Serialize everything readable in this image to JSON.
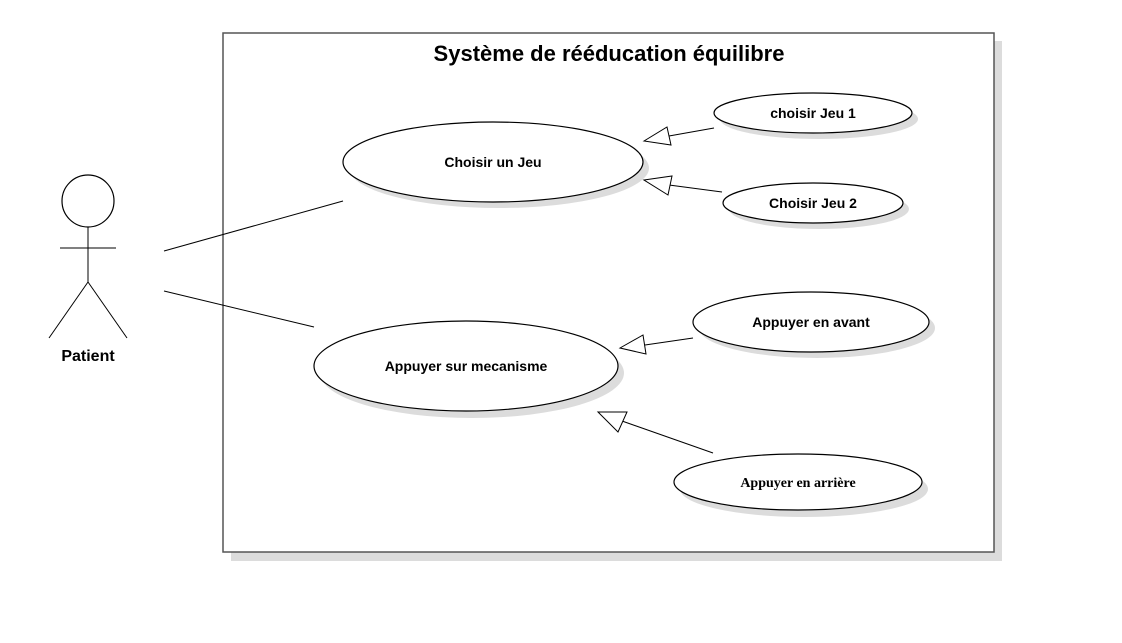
{
  "system": {
    "title": "Système de rééducation équilibre"
  },
  "actor": {
    "name": "Patient"
  },
  "use_cases": {
    "choisir_jeu": "Choisir un Jeu",
    "jeu1": "choisir Jeu 1",
    "jeu2": "Choisir Jeu 2",
    "appuyer_mecanisme": "Appuyer sur mecanisme",
    "avant": "Appuyer en avant",
    "arriere": "Appuyer en arrière"
  },
  "colors": {
    "stroke": "#000000",
    "fill": "#ffffff",
    "shadow": "#dcdcdc"
  }
}
